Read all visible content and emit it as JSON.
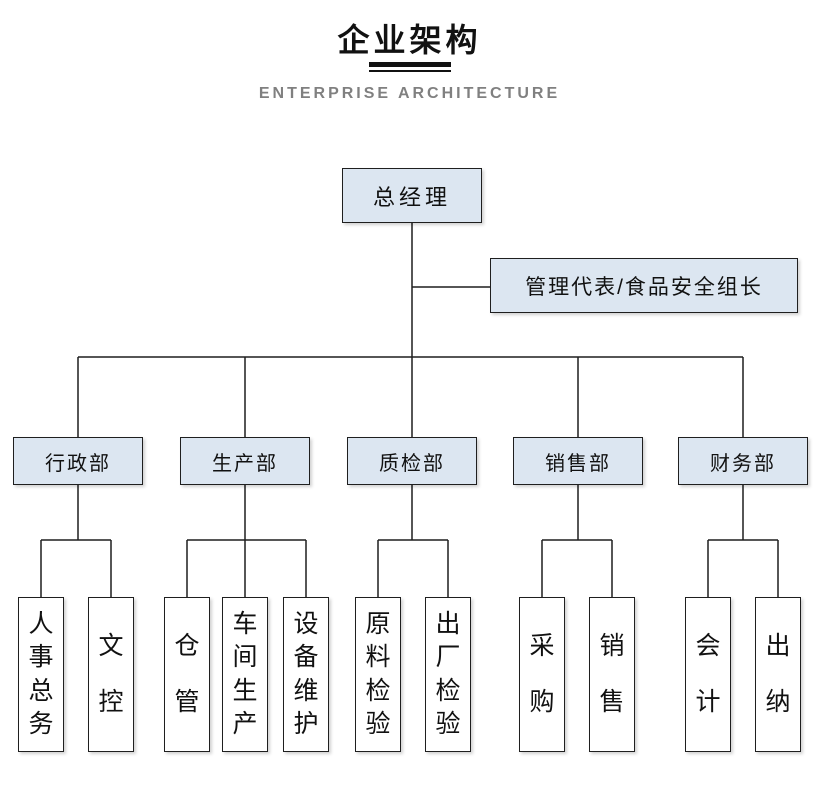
{
  "header": {
    "title": "企业架构",
    "subtitle": "ENTERPRISE ARCHITECTURE"
  },
  "chart": {
    "root": {
      "label": "总经理"
    },
    "staff": {
      "label": "管理代表/食品安全组长"
    },
    "departments": [
      {
        "label": "行政部",
        "children": [
          "人事总务",
          "文控"
        ]
      },
      {
        "label": "生产部",
        "children": [
          "仓管",
          "车间生产",
          "设备维护"
        ]
      },
      {
        "label": "质检部",
        "children": [
          "原料检验",
          "出厂检验"
        ]
      },
      {
        "label": "销售部",
        "children": [
          "采购",
          "销售"
        ]
      },
      {
        "label": "财务部",
        "children": [
          "会计",
          "出纳"
        ]
      }
    ]
  },
  "colors": {
    "box_fill": "#dce6f1",
    "child_box_fill": "#ffffff",
    "box_border": "#1f1f1f",
    "connector_line": "#1f1f1f",
    "subtitle_text": "#808080"
  }
}
